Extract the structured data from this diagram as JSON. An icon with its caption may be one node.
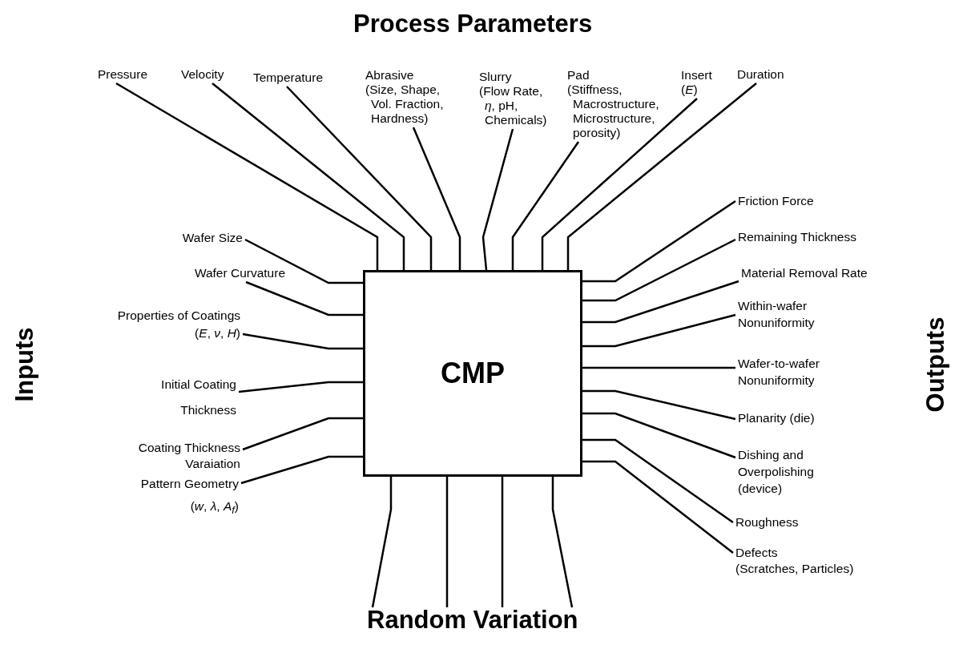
{
  "diagram": {
    "nodes": [
      {
        "text": [
          "CMP"
        ]
      },
      {
        "text": [
          "Pressure"
        ]
      },
      {
        "text": [
          "Velocity"
        ]
      },
      {
        "text": [
          "Temperature"
        ]
      },
      {
        "text": [
          "Abrasive",
          "(Size, Shape, Vol. Fraction, Hardness)"
        ]
      },
      {
        "text": [
          "Slurry",
          "(Flow Rate, *η*, pH, Chemicals)"
        ]
      },
      {
        "text": [
          "Pad",
          "(Stiffness, Macrostructure, Microstructure, porosity)"
        ]
      },
      {
        "text": [
          "Insert",
          "(*E*)"
        ]
      },
      {
        "text": [
          "Duration"
        ]
      },
      {
        "text": [
          "Wafer Size"
        ]
      },
      {
        "text": [
          "Wafer Curvature"
        ]
      },
      {
        "text": [
          "Properties of Coatings",
          "(*E*, *ν*, *H*)"
        ]
      },
      {
        "text": [
          "Initial Coating Thickness"
        ]
      },
      {
        "text": [
          "Coating Thickness Varaiation"
        ]
      },
      {
        "text": [
          "Pattern Geometry",
          "(*w*, *λ*, *A*$_{f}$)"
        ]
      },
      {
        "text": [
          "Friction Force"
        ]
      },
      {
        "text": [
          "Remaining Thickness"
        ]
      },
      {
        "text": [
          "Material Removal Rate"
        ]
      },
      {
        "text": [
          "Within-wafer Nonuniformity"
        ]
      },
      {
        "text": [
          "Wafer-to-wafer Nonuniformity"
        ]
      },
      {
        "text": [
          "Planarity (die)"
        ]
      },
      {
        "text": [
          "Dishing and Overpolishing (device)"
        ]
      },
      {
        "text": [
          "Roughness"
        ]
      },
      {
        "text": [
          "Defects",
          "(Scratches, Particles)"
        ]
      },
      {
        "text": [
          "Random Variation"
        ]
      }
    ],
    "edges": [
      {
        "from": 1,
        "to": 0,
        "arrow": "none"
      },
      {
        "from": 2,
        "to": 0,
        "arrow": "none"
      },
      {
        "from": 3,
        "to": 0,
        "arrow": "none"
      },
      {
        "from": 4,
        "to": 0,
        "arrow": "none"
      },
      {
        "from": 5,
        "to": 0,
        "arrow": "none"
      },
      {
        "from": 6,
        "to": 0,
        "arrow": "none"
      },
      {
        "from": 7,
        "to": 0,
        "arrow": "none"
      },
      {
        "from": 8,
        "to": 0,
        "arrow": "none"
      },
      {
        "from": 9,
        "to": 0,
        "arrow": "none"
      },
      {
        "from": 10,
        "to": 0,
        "arrow": "none"
      },
      {
        "from": 11,
        "to": 0,
        "arrow": "none"
      },
      {
        "from": 12,
        "to": 0,
        "arrow": "none"
      },
      {
        "from": 13,
        "to": 0,
        "arrow": "none"
      },
      {
        "from": 14,
        "to": 0,
        "arrow": "none"
      },
      {
        "from": 0,
        "to": 15,
        "arrow": "none"
      },
      {
        "from": 0,
        "to": 16,
        "arrow": "none"
      },
      {
        "from": 0,
        "to": 17,
        "arrow": "none"
      },
      {
        "from": 0,
        "to": 18,
        "arrow": "none"
      },
      {
        "from": 0,
        "to": 19,
        "arrow": "none"
      },
      {
        "from": 0,
        "to": 20,
        "arrow": "none"
      },
      {
        "from": 0,
        "to": 21,
        "arrow": "none"
      },
      {
        "from": 0,
        "to": 22,
        "arrow": "none"
      },
      {
        "from": 0,
        "to": 23,
        "arrow": "none"
      },
      {
        "from": 24,
        "to": 0,
        "arrow": "none"
      },
      {
        "from": 24,
        "to": 0,
        "arrow": "none"
      },
      {
        "from": 24,
        "to": 0,
        "arrow": "none"
      },
      {
        "from": 24,
        "to": 0,
        "arrow": "none"
      }
    ],
    "labels": [
      "Process Parameters",
      "Inputs",
      "Outputs"
    ]
  }
}
